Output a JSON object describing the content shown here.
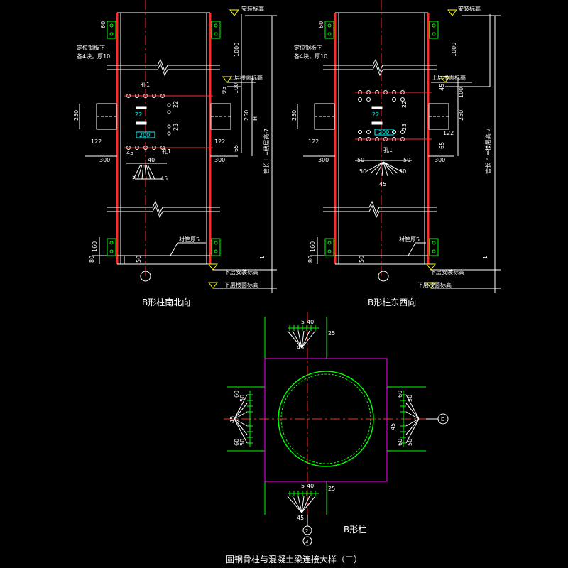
{
  "colors": {
    "background": "#000000",
    "line": "#ffffff",
    "green": "#00ff00",
    "red": "#ff2a2a",
    "yellow": "#ffff00",
    "cyan": "#00ffff",
    "magenta": "#ff00ff"
  },
  "left_view": {
    "title": "B形柱南北向",
    "top_elev": "安装标高",
    "note_1": "定位钢板下",
    "note_2": "各4块，厚10",
    "upper_floor": "上层楼面标高",
    "hole_top": "孔1",
    "hole_bottom": "孔1",
    "lining": "衬管厚5",
    "lower_install": "下层安装标高",
    "lower_floor": "下层楼面标高",
    "tube_len": "管长 L =楼层高-7",
    "dims": {
      "d60": "60",
      "d1000": "1000",
      "d95": "95",
      "d100": "100",
      "d250": "250",
      "dH": "H",
      "d65": "65",
      "d122": "122",
      "d300": "300",
      "d160": "160",
      "d80": "80",
      "d50": "50",
      "d1": "1",
      "d22": "22",
      "d23": "23",
      "d200": "200",
      "d45": "45",
      "d40": "40",
      "d5": "5"
    }
  },
  "right_view": {
    "title": "B形柱东西向",
    "top_elev": "安装标高",
    "note_1": "定位钢板下",
    "note_2": "各4块，厚10",
    "upper_floor": "上层楼面标高",
    "hole_bottom": "孔1",
    "lining": "衬管厚5",
    "lower_install": "下层安装标高",
    "lower_floor": "下层楼面标高",
    "tube_len": "管长 h =楼层高-7",
    "dims": {
      "d60": "60",
      "d1000": "1000",
      "d45": "45",
      "d100": "100",
      "d250": "250",
      "d122": "122",
      "d65": "65",
      "d300": "300",
      "d160": "160",
      "d80": "80",
      "d50": "50",
      "d1": "1",
      "d22": "22",
      "d23": "23",
      "d200": "200"
    }
  },
  "plan": {
    "label": "B形柱",
    "title": "圆钢骨柱与混凝土梁连接大样（二）",
    "axis_d": "D",
    "axis_2": "2",
    "axis_3": "3",
    "dims": {
      "d5": "5",
      "d40": "40",
      "d25": "25",
      "d45": "45",
      "d50": "50",
      "d60": "60"
    }
  }
}
